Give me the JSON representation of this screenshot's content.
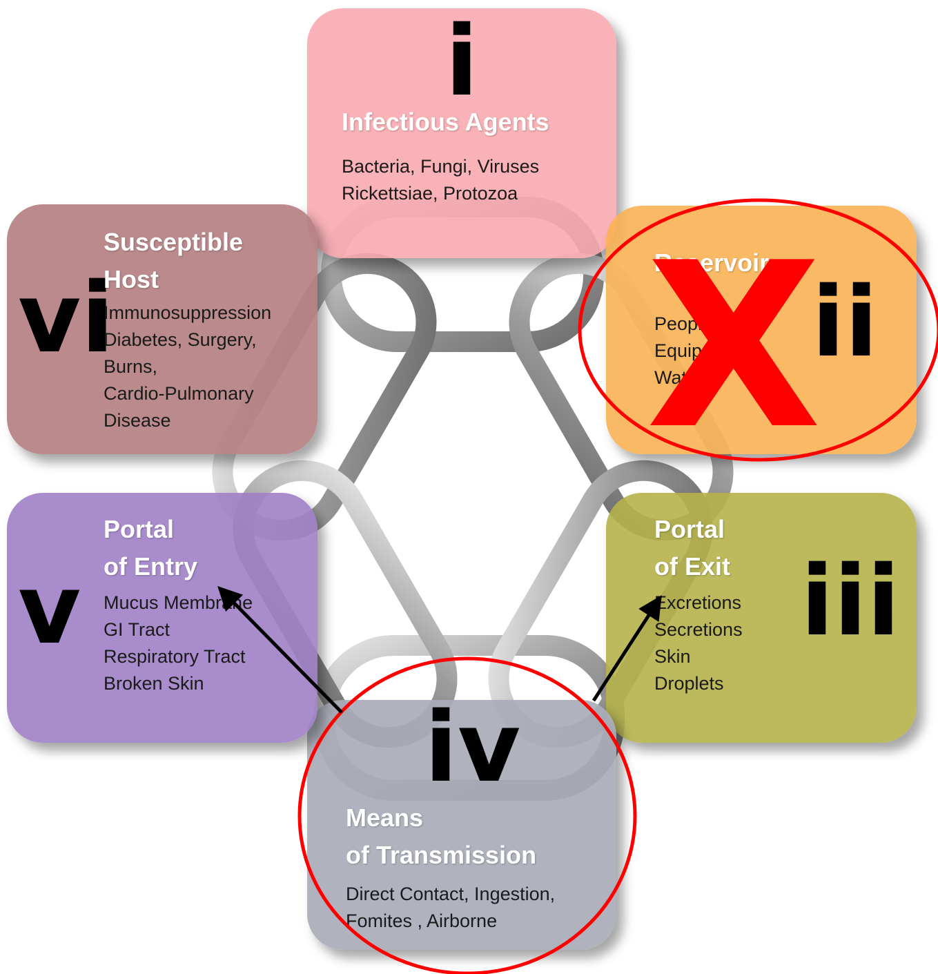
{
  "nodes": [
    {
      "id": "i",
      "numeral": "i",
      "title": [
        "Infectious Agents"
      ],
      "items": [
        "Bacteria, Fungi, Viruses",
        "Rickettsiae, Protozoa"
      ],
      "color": "#f8a7ad"
    },
    {
      "id": "ii",
      "numeral": "ii",
      "title": [
        "Reservoir"
      ],
      "items": [
        "People",
        "Equipment",
        "Water"
      ],
      "color": "#f9b153"
    },
    {
      "id": "iii",
      "numeral": "iii",
      "title": [
        "Portal",
        "of Exit"
      ],
      "items": [
        "Excretions",
        "Secretions",
        "Skin",
        "Droplets"
      ],
      "color": "#b5b24a"
    },
    {
      "id": "iv",
      "numeral": "iv",
      "title": [
        "Means",
        "of Transmission"
      ],
      "items": [
        "Direct Contact, Ingestion,",
        "Fomites , Airborne"
      ],
      "color": "#a9adb7"
    },
    {
      "id": "v",
      "numeral": "v",
      "title": [
        "Portal",
        "of Entry"
      ],
      "items": [
        "Mucus Membrane",
        "GI Tract",
        "Respiratory Tract",
        "Broken Skin"
      ],
      "color": "#9f7fc6"
    },
    {
      "id": "vi",
      "numeral": "vi",
      "title": [
        "Susceptible",
        "Host"
      ],
      "items": [
        "Immunosuppression",
        "Diabetes, Surgery,",
        "Burns,",
        "Cardio-Pulmonary",
        "Disease"
      ],
      "color": "#b27d80"
    }
  ],
  "annotations": {
    "cross_mark": "X",
    "mark_color": "#ff0000",
    "arrow_color": "#000000"
  }
}
